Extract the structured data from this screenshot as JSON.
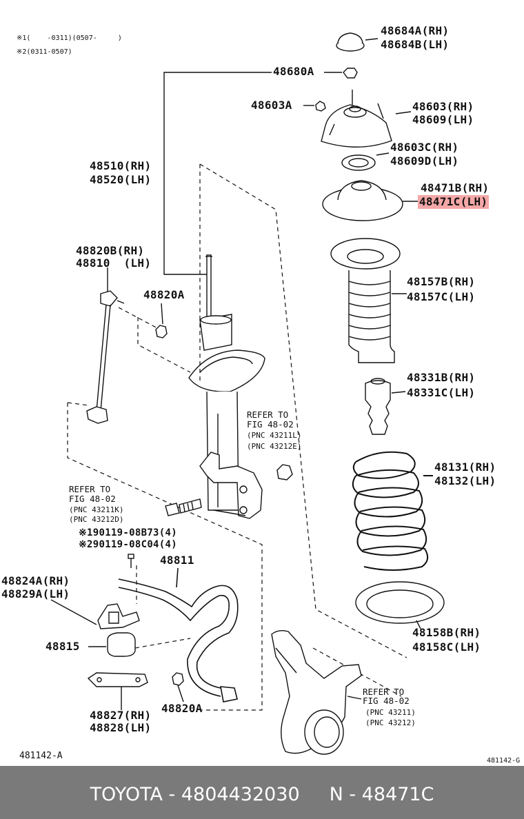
{
  "notes": {
    "note1": "※1(    -0311)(0507-     )",
    "note2": "※2(0311-0507)"
  },
  "labels": {
    "p48684": [
      "48684A(RH)",
      "48684B(LH)"
    ],
    "p48680": "48680A",
    "p48603a": "48603A",
    "p48603": [
      "48603(RH)",
      "48609(LH)"
    ],
    "p48603c": [
      "48603C(RH)",
      "48609D(LH)"
    ],
    "p48510": [
      "48510(RH)",
      "48520(LH)"
    ],
    "p48471": [
      "48471B(RH)",
      "48471C(LH)"
    ],
    "p48820b": [
      "48820B(RH)",
      "48810  (LH)"
    ],
    "p48820a_top": "48820A",
    "p48157": [
      "48157B(RH)",
      "48157C(LH)"
    ],
    "p48331": [
      "48331B(RH)",
      "48331C(LH)"
    ],
    "p48131": [
      "48131(RH)",
      "48132(LH)"
    ],
    "p48811": "48811",
    "p48824": [
      "48824A(RH)",
      "48829A(LH)"
    ],
    "p48815": "48815",
    "p48158": [
      "48158B(RH)",
      "48158C(LH)"
    ],
    "p48827": [
      "48827(RH)",
      "48828(LH)"
    ],
    "p48820a_bot": "48820A",
    "bolt1": "※190119-08B73(4)",
    "bolt2": "※290119-08C04(4)"
  },
  "refs": {
    "ref_a": [
      "REFER TO",
      "FIG 48-02",
      "(PNC 43211L)",
      "(PNC 43212E)"
    ],
    "ref_b": [
      "REFER TO",
      "FIG 48-02",
      "(PNC 43211K)",
      "(PNC 43212D)"
    ],
    "ref_c": [
      "REFER TO",
      "FIG 48-02",
      "(PNC 43211)",
      "(PNC 43212)"
    ]
  },
  "diagram_code": "481142-A",
  "diagram_code_right": "481142-G",
  "highlight_color": "#f4a7a7",
  "footer": {
    "text": "TOYOTA - 4804432030     N - 48471C"
  }
}
